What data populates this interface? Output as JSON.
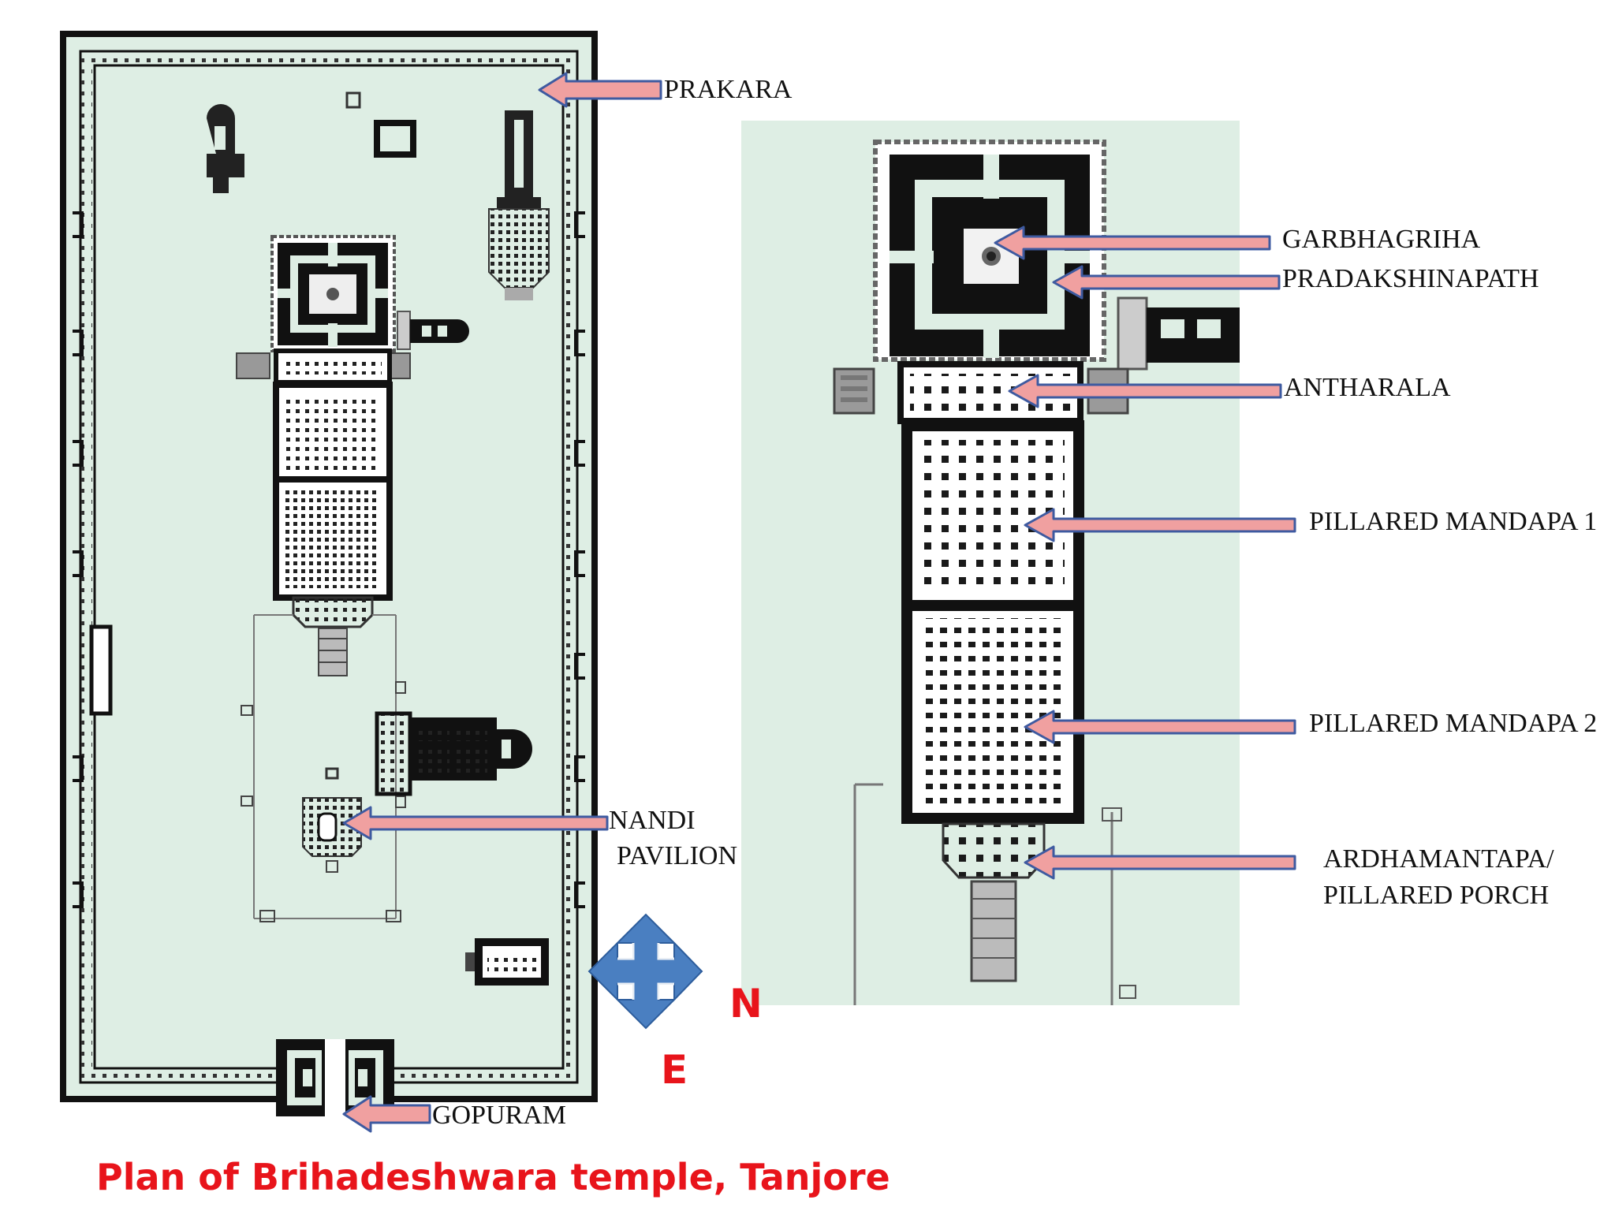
{
  "caption": "Plan of Brihadeshwara temple, Tanjore",
  "compass": {
    "north": "N",
    "east": "E",
    "fill_color": "#4a7fc1"
  },
  "colors": {
    "plan_background": "#deeee4",
    "wall": "#111111",
    "arrow_fill": "#f0a0a0",
    "arrow_outline": "#3e5aa0",
    "caption": "#e8141b"
  },
  "site_plan_labels": {
    "prakara": "PRAKARA",
    "nandi_line1": "NANDI",
    "nandi_line2": "PAVILION",
    "gopuram": "GOPURAM"
  },
  "detail_plan_labels": {
    "garbhagriha": "GARBHAGRIHA",
    "pradakshinapath": "PRADAKSHINAPATH",
    "antharala": "ANTHARALA",
    "pillared_mandapa_1": "PILLARED MANDAPA 1",
    "pillared_mandapa_2": "PILLARED MANDAPA 2",
    "ardhamantapa_line1": "ARDHAMANTAPA/",
    "ardhamantapa_line2": "PILLARED PORCH"
  }
}
